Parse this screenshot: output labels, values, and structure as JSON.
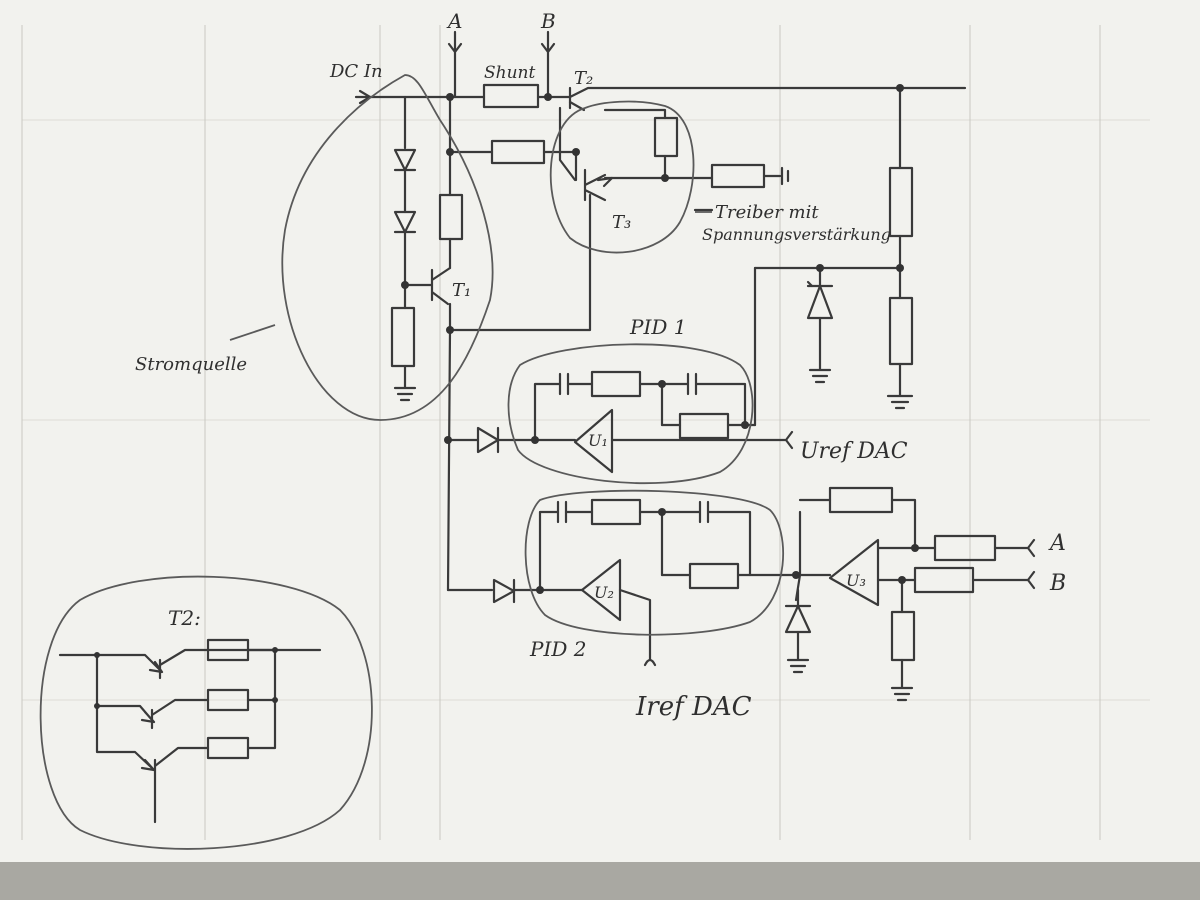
{
  "labels": {
    "terminal_a_top": "A",
    "terminal_b_top": "B",
    "dc_in": "DC In",
    "shunt": "Shunt",
    "t2": "T₂",
    "t3": "T₃",
    "t1": "T₁",
    "driver_line1": "Treiber mit",
    "driver_line2": "Spannungsverstärkung",
    "stromquelle": "Stromquelle",
    "pid1": "PID 1",
    "pid2": "PID 2",
    "u1": "U₁",
    "u2": "U₂",
    "u3": "U₃",
    "uref_dac": "Uref DAC",
    "iref_dac": "Iref DAC",
    "out_a": "A",
    "out_b": "B",
    "t2_detail": "T2:"
  },
  "colors": {
    "paper": "#f2f2ee",
    "background": "#b9b8b2",
    "pencil": "#3a3a3a",
    "ghost_text": "#9d9d97"
  }
}
